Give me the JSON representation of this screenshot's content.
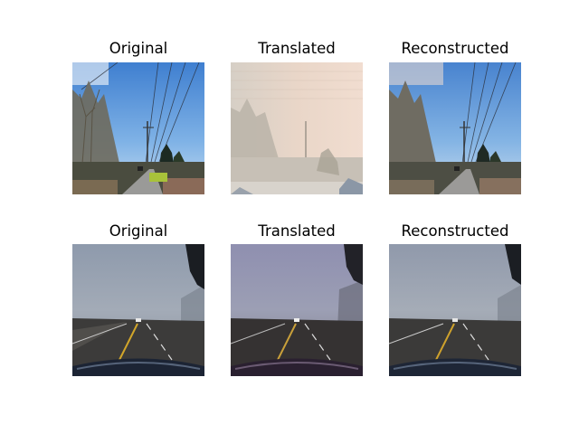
{
  "figure": {
    "rows": [
      {
        "scene": "clear-sky-road",
        "panels": [
          {
            "title": "Original"
          },
          {
            "title": "Translated"
          },
          {
            "title": "Reconstructed"
          }
        ]
      },
      {
        "scene": "foggy-highway-dashcam",
        "panels": [
          {
            "title": "Original"
          },
          {
            "title": "Translated"
          },
          {
            "title": "Reconstructed"
          }
        ]
      }
    ]
  }
}
